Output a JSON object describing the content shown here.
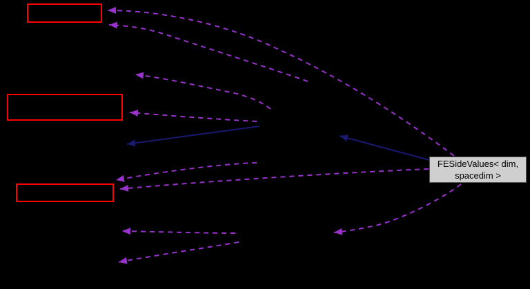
{
  "diagram": {
    "type": "collaboration-graph",
    "current_node": {
      "label_line1": "FESideValues< dim,",
      "label_line2": "spacedim >"
    },
    "colors": {
      "background": "#000000",
      "usage_edge": "#9932cc",
      "inheritance_edge": "#191970",
      "red_node_border": "#ff0000",
      "current_node_fill": "#cfcfcf",
      "current_node_border": "#5a5a5a",
      "current_node_text": "#000000"
    }
  }
}
